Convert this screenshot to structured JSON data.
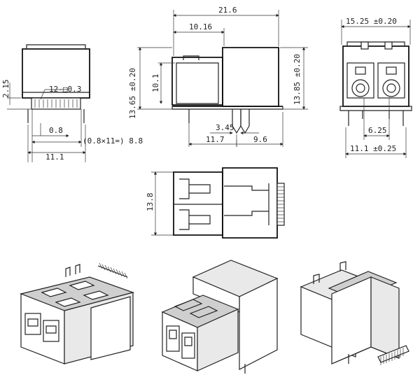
{
  "dimensions": {
    "side_pin_pitch_label": "12-□0.3",
    "side_height": "2.15",
    "side_pitch": "0.8",
    "side_span": "(0.8×11=) 8.8",
    "side_width": "11.1",
    "top_length": "21.6",
    "top_front": "10.16",
    "top_height_left": "13.65 ±0.20",
    "top_inner": "10.1",
    "top_height_right": "13.85 ±0.20",
    "top_latch": "3.45",
    "top_base_left": "11.7",
    "top_base_right": "9.6",
    "front_width": "15.25 ±0.20",
    "front_port_pitch": "6.25",
    "front_base_width": "11.1 ±0.25",
    "plan_height": "13.8"
  }
}
